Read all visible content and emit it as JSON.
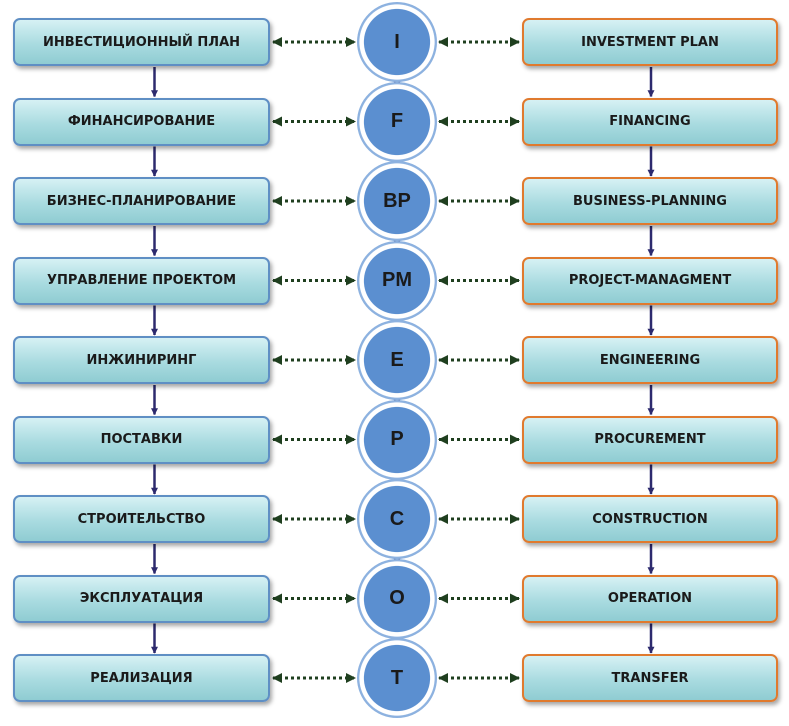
{
  "colors": {
    "left_border": "#5f8fc4",
    "right_border": "#e07a2e",
    "circle_fill": "#5b8fd0",
    "flow_arrow": "#2d2a6e",
    "link_dots": "#1f3f1f"
  },
  "rows": [
    {
      "left": "ИНВЕСТИЦИОННЫЙ ПЛАН",
      "code": "I",
      "right": "INVESTMENT PLAN"
    },
    {
      "left": "ФИНАНСИРОВАНИЕ",
      "code": "F",
      "right": "FINANCING"
    },
    {
      "left": "БИЗНЕС-ПЛАНИРОВАНИЕ",
      "code": "BP",
      "right": "BUSINESS-PLANNING"
    },
    {
      "left": "УПРАВЛЕНИЕ ПРОЕКТОМ",
      "code": "PM",
      "right": "PROJECT-MANAGMENT"
    },
    {
      "left": "ИНЖИНИРИНГ",
      "code": "E",
      "right": "ENGINEERING"
    },
    {
      "left": "ПОСТАВКИ",
      "code": "P",
      "right": "PROCUREMENT"
    },
    {
      "left": "СТРОИТЕЛЬСТВО",
      "code": "C",
      "right": "CONSTRUCTION"
    },
    {
      "left": "ЭКСПЛУАТАЦИЯ",
      "code": "O",
      "right": "OPERATION"
    },
    {
      "left": "РЕАЛИЗАЦИЯ",
      "code": "T",
      "right": "TRANSFER"
    }
  ]
}
